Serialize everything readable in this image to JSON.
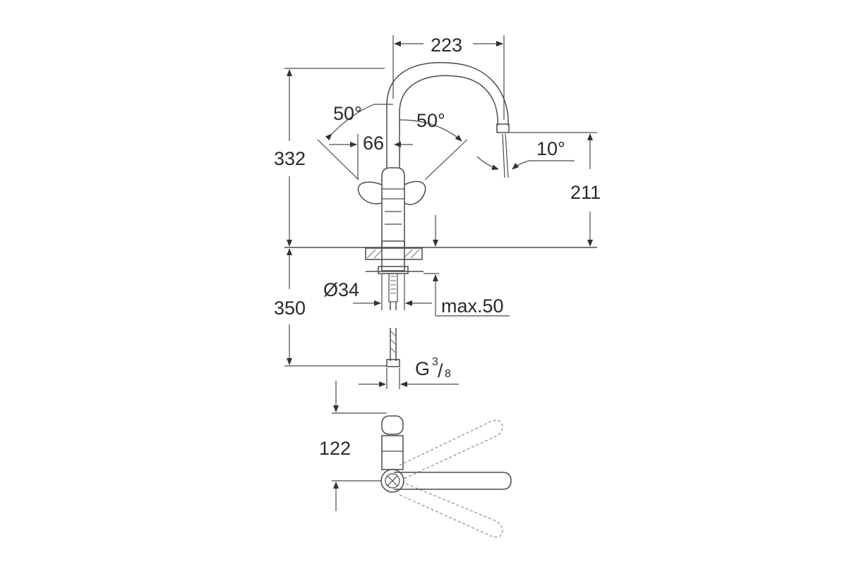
{
  "dimensions": {
    "spout_reach": "223",
    "overall_height": "332",
    "spout_height": "211",
    "handle_angle_left": "50°",
    "handle_angle_right": "50°",
    "spout_angle": "10°",
    "handle_spacing": "66",
    "below_deck_length": "350",
    "shank_diameter": "Ø34",
    "max_deck_thickness": "max.50",
    "connection_thread_main": "G",
    "connection_thread_num": "3",
    "connection_thread_den": "8",
    "top_view_depth": "122"
  },
  "colors": {
    "line": "#4a4a4a",
    "text": "#2a2a2a",
    "background": "#ffffff"
  }
}
